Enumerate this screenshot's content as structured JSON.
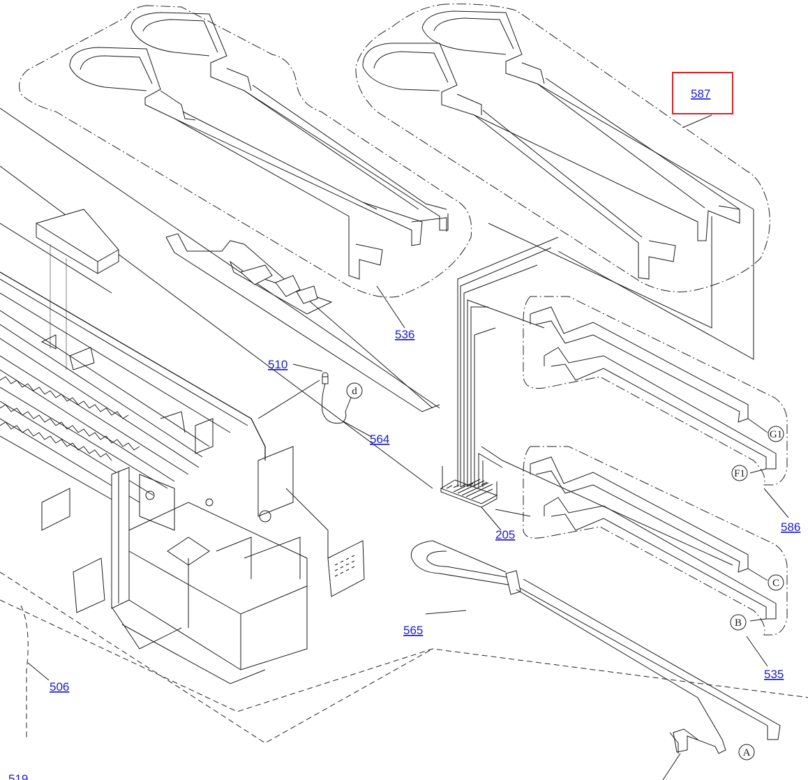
{
  "diagram": {
    "title": "Exploded parts diagram - cables and mechanism",
    "highlight_color": "#e02020",
    "link_color": "#1a1acc",
    "highlighted_part": "587",
    "parts": [
      {
        "id": "587",
        "label": "587"
      },
      {
        "id": "536",
        "label": "536"
      },
      {
        "id": "510",
        "label": "510"
      },
      {
        "id": "564",
        "label": "564"
      },
      {
        "id": "586",
        "label": "586"
      },
      {
        "id": "205",
        "label": "205"
      },
      {
        "id": "565",
        "label": "565"
      },
      {
        "id": "535",
        "label": "535"
      },
      {
        "id": "506",
        "label": "506"
      },
      {
        "id": "519",
        "label": "519"
      }
    ],
    "connectors": [
      {
        "id": "d",
        "label": "d"
      },
      {
        "id": "G1",
        "label": "G1"
      },
      {
        "id": "F1",
        "label": "F1"
      },
      {
        "id": "C",
        "label": "C"
      },
      {
        "id": "B",
        "label": "B"
      },
      {
        "id": "A",
        "label": "A"
      }
    ]
  }
}
